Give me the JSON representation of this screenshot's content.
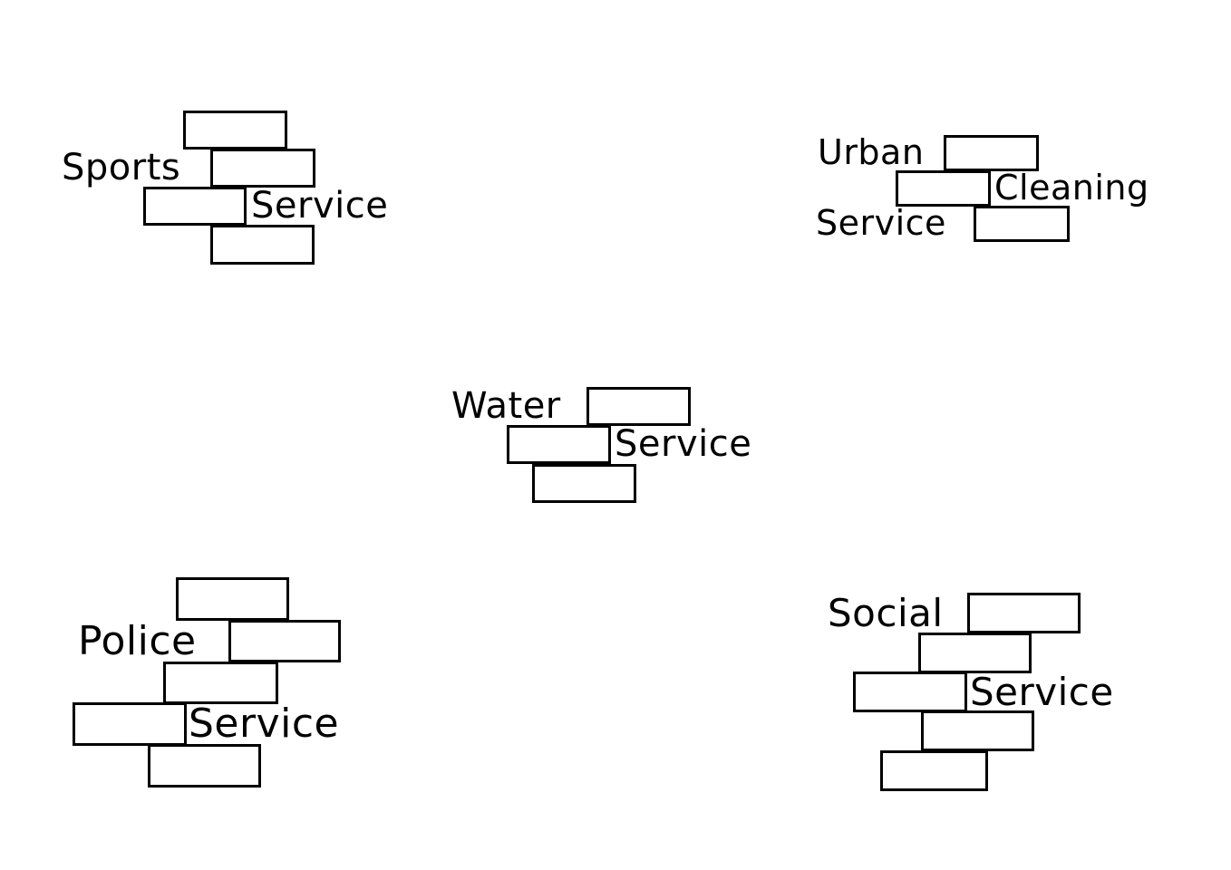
{
  "logos": {
    "sports": {
      "word1": "Sports",
      "word2": "Service"
    },
    "urban": {
      "word1": "Urban",
      "word2": "Cleaning",
      "word3": "Service"
    },
    "water": {
      "word1": "Water",
      "word2": "Service"
    },
    "police": {
      "word1": "Police",
      "word2": "Service"
    },
    "social": {
      "word1": "Social",
      "word2": "Service"
    }
  },
  "colors": {
    "ink": "#000000",
    "background": "#ffffff"
  }
}
